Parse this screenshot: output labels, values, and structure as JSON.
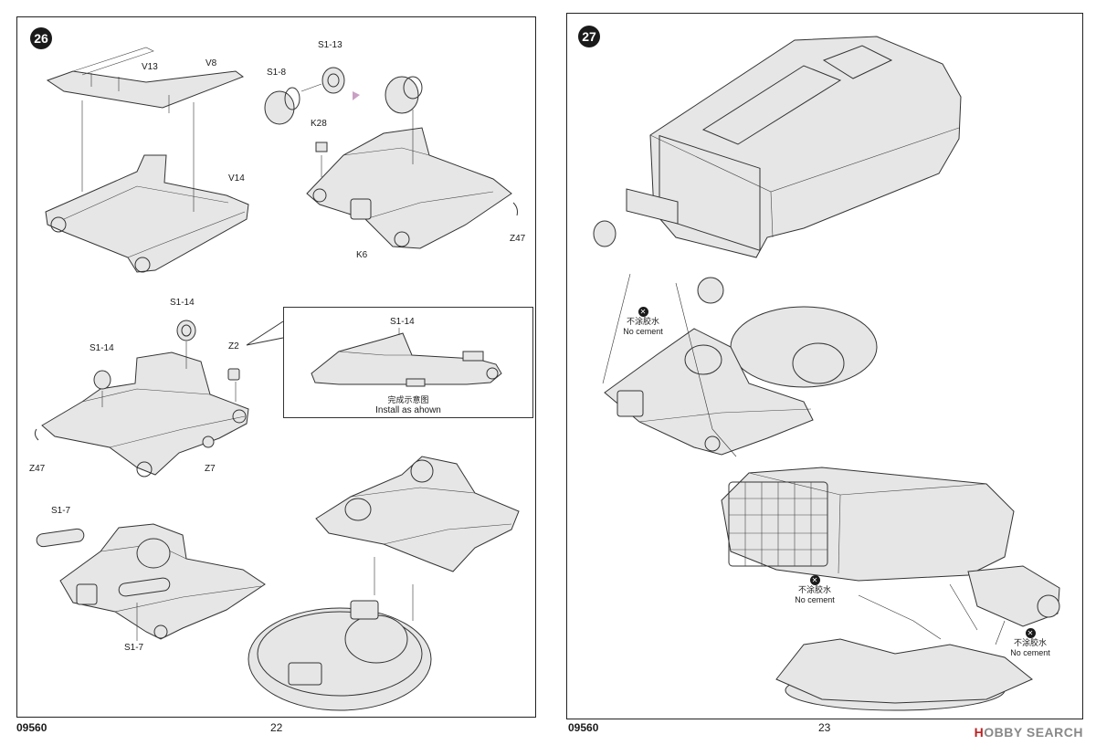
{
  "left_page": {
    "step_number": "26",
    "doc_code": "09560",
    "page_number": "22",
    "labels": {
      "v13": "V13",
      "v8": "V8",
      "v14": "V14",
      "s1_13": "S1-13",
      "s1_8": "S1-8",
      "k28": "K28",
      "k6": "K6",
      "z47_top": "Z47",
      "s1_14_a": "S1-14",
      "s1_14_b": "S1-14",
      "z2": "Z2",
      "z47_mid": "Z47",
      "z7": "Z7",
      "s1_7_a": "S1-7",
      "s1_7_b": "S1-7"
    },
    "callout": {
      "part": "S1-14",
      "caption_cn": "完成示意图",
      "caption_en": "Install as ahown"
    }
  },
  "right_page": {
    "step_number": "27",
    "doc_code": "09560",
    "page_number": "23",
    "notes": [
      {
        "cn": "不涂胶水",
        "en": "No cement"
      },
      {
        "cn": "不涂胶水",
        "en": "No cement"
      },
      {
        "cn": "不涂胶水",
        "en": "No cement"
      }
    ]
  },
  "watermark": {
    "brand_prefix": "H",
    "brand": "HOBBY SEARCH",
    "brand_rest": "OBBY SEARCH"
  },
  "colors": {
    "line": "#333333",
    "fill": "#e6e6e6",
    "watermark": "#888888"
  }
}
